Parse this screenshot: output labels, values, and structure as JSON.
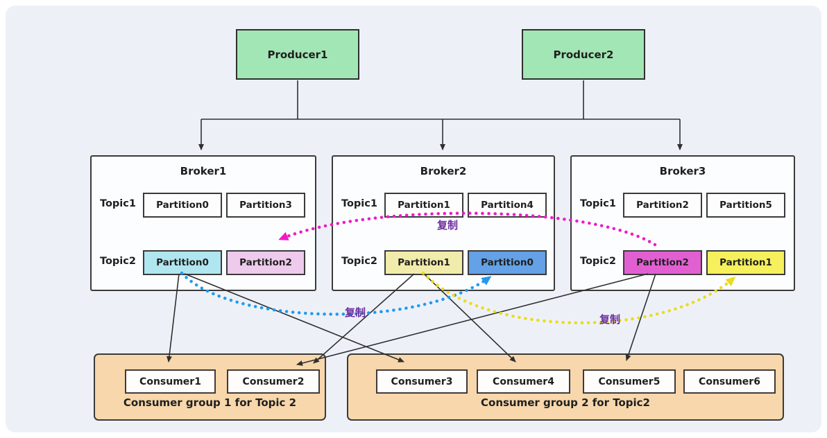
{
  "colors": {
    "producer_bg": "#a3e6b5",
    "group_bg": "#f7d7ab",
    "replication_pink": "#ef1ac6",
    "replication_blue": "#1e9bf0",
    "replication_yellow": "#eadc1e"
  },
  "producers": [
    {
      "label": "Producer1"
    },
    {
      "label": "Producer2"
    }
  ],
  "brokers": [
    {
      "title": "Broker1",
      "rows": [
        {
          "topic": "Topic1",
          "partitions": [
            {
              "label": "Partition0",
              "bg": "#fdfdfd"
            },
            {
              "label": "Partition3",
              "bg": "#fdfdfd"
            }
          ]
        },
        {
          "topic": "Topic2",
          "partitions": [
            {
              "label": "Partition0",
              "bg": "#b0e6ef"
            },
            {
              "label": "Partition2",
              "bg": "#eecaec"
            }
          ]
        }
      ]
    },
    {
      "title": "Broker2",
      "rows": [
        {
          "topic": "Topic1",
          "partitions": [
            {
              "label": "Partition1",
              "bg": "#fdfdfd"
            },
            {
              "label": "Partition4",
              "bg": "#fdfdfd"
            }
          ]
        },
        {
          "topic": "Topic2",
          "partitions": [
            {
              "label": "Partition1",
              "bg": "#f2ecab"
            },
            {
              "label": "Partition0",
              "bg": "#64a1e6"
            }
          ]
        }
      ]
    },
    {
      "title": "Broker3",
      "rows": [
        {
          "topic": "Topic1",
          "partitions": [
            {
              "label": "Partition2",
              "bg": "#fdfdfd"
            },
            {
              "label": "Partition5",
              "bg": "#fdfdfd"
            }
          ]
        },
        {
          "topic": "Topic2",
          "partitions": [
            {
              "label": "Partition2",
              "bg": "#e25fd2"
            },
            {
              "label": "Partition1",
              "bg": "#f6f05c"
            }
          ]
        }
      ]
    }
  ],
  "replication": {
    "label": "复制"
  },
  "consumer_groups": [
    {
      "caption": "Consumer group 1 for Topic 2",
      "consumers": [
        "Consumer1",
        "Consumer2"
      ]
    },
    {
      "caption": "Consumer group 2 for Topic2",
      "consumers": [
        "Consumer3",
        "Consumer4",
        "Consumer5",
        "Consumer6"
      ]
    }
  ]
}
